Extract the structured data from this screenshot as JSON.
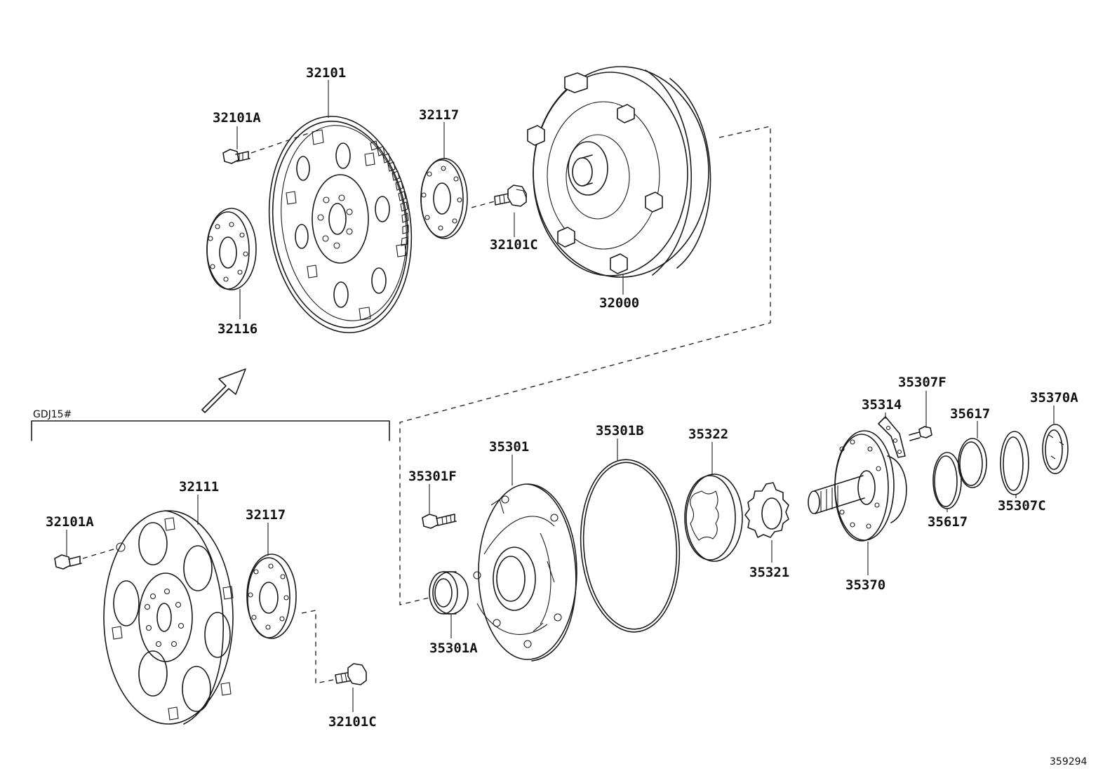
{
  "labels": {
    "p32101": "32101",
    "p32101A_top": "32101A",
    "p32117_top": "32117",
    "p32101C_top": "32101C",
    "p32116": "32116",
    "p32000": "32000",
    "variant": "GDJ15#",
    "p32111": "32111",
    "p32101A_bot": "32101A",
    "p32117_bot": "32117",
    "p32101C_bot": "32101C",
    "p35301F": "35301F",
    "p35301": "35301",
    "p35301A": "35301A",
    "p35301B": "35301B",
    "p35322": "35322",
    "p35321": "35321",
    "p35314": "35314",
    "p35307F": "35307F",
    "p35370": "35370",
    "p35617_top": "35617",
    "p35617_bot": "35617",
    "p35370A": "35370A",
    "p35307C": "35307C",
    "illustration_no": "359294"
  }
}
